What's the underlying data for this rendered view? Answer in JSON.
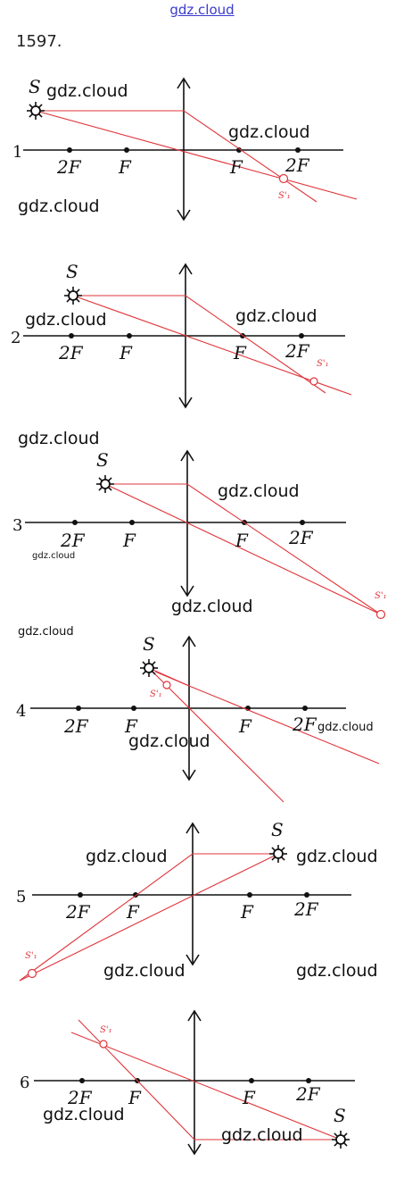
{
  "header": {
    "site": "gdz.cloud",
    "problem_number": "1597."
  },
  "labels": {
    "source": "S",
    "image": "S'₁",
    "focus": "F",
    "double_focus": "2F"
  },
  "watermark": "gdz.cloud",
  "panels": [
    {
      "number": "1"
    },
    {
      "number": "2"
    },
    {
      "number": "3"
    },
    {
      "number": "4"
    },
    {
      "number": "5"
    },
    {
      "number": "6"
    }
  ],
  "colors": {
    "ray": "#e0353b",
    "axis": "#111111",
    "watermark": "#111111",
    "site": "#3a3ad0"
  }
}
